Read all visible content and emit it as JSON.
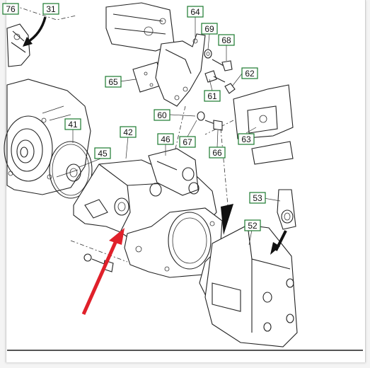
{
  "callouts": [
    {
      "id": "c76",
      "label": "76"
    },
    {
      "id": "c31",
      "label": "31"
    },
    {
      "id": "c64",
      "label": "64"
    },
    {
      "id": "c69",
      "label": "69"
    },
    {
      "id": "c68",
      "label": "68"
    },
    {
      "id": "c65",
      "label": "65"
    },
    {
      "id": "c62",
      "label": "62"
    },
    {
      "id": "c61",
      "label": "61"
    },
    {
      "id": "c60",
      "label": "60"
    },
    {
      "id": "c41",
      "label": "41"
    },
    {
      "id": "c42",
      "label": "42"
    },
    {
      "id": "c46",
      "label": "46"
    },
    {
      "id": "c45",
      "label": "45"
    },
    {
      "id": "c67",
      "label": "67"
    },
    {
      "id": "c66",
      "label": "66"
    },
    {
      "id": "c63",
      "label": "63"
    },
    {
      "id": "c53",
      "label": "53"
    },
    {
      "id": "c52",
      "label": "52"
    }
  ],
  "colors": {
    "callout_border": "#1c7a2e",
    "highlight_arrow": "#e0202a",
    "line": "#222222"
  }
}
